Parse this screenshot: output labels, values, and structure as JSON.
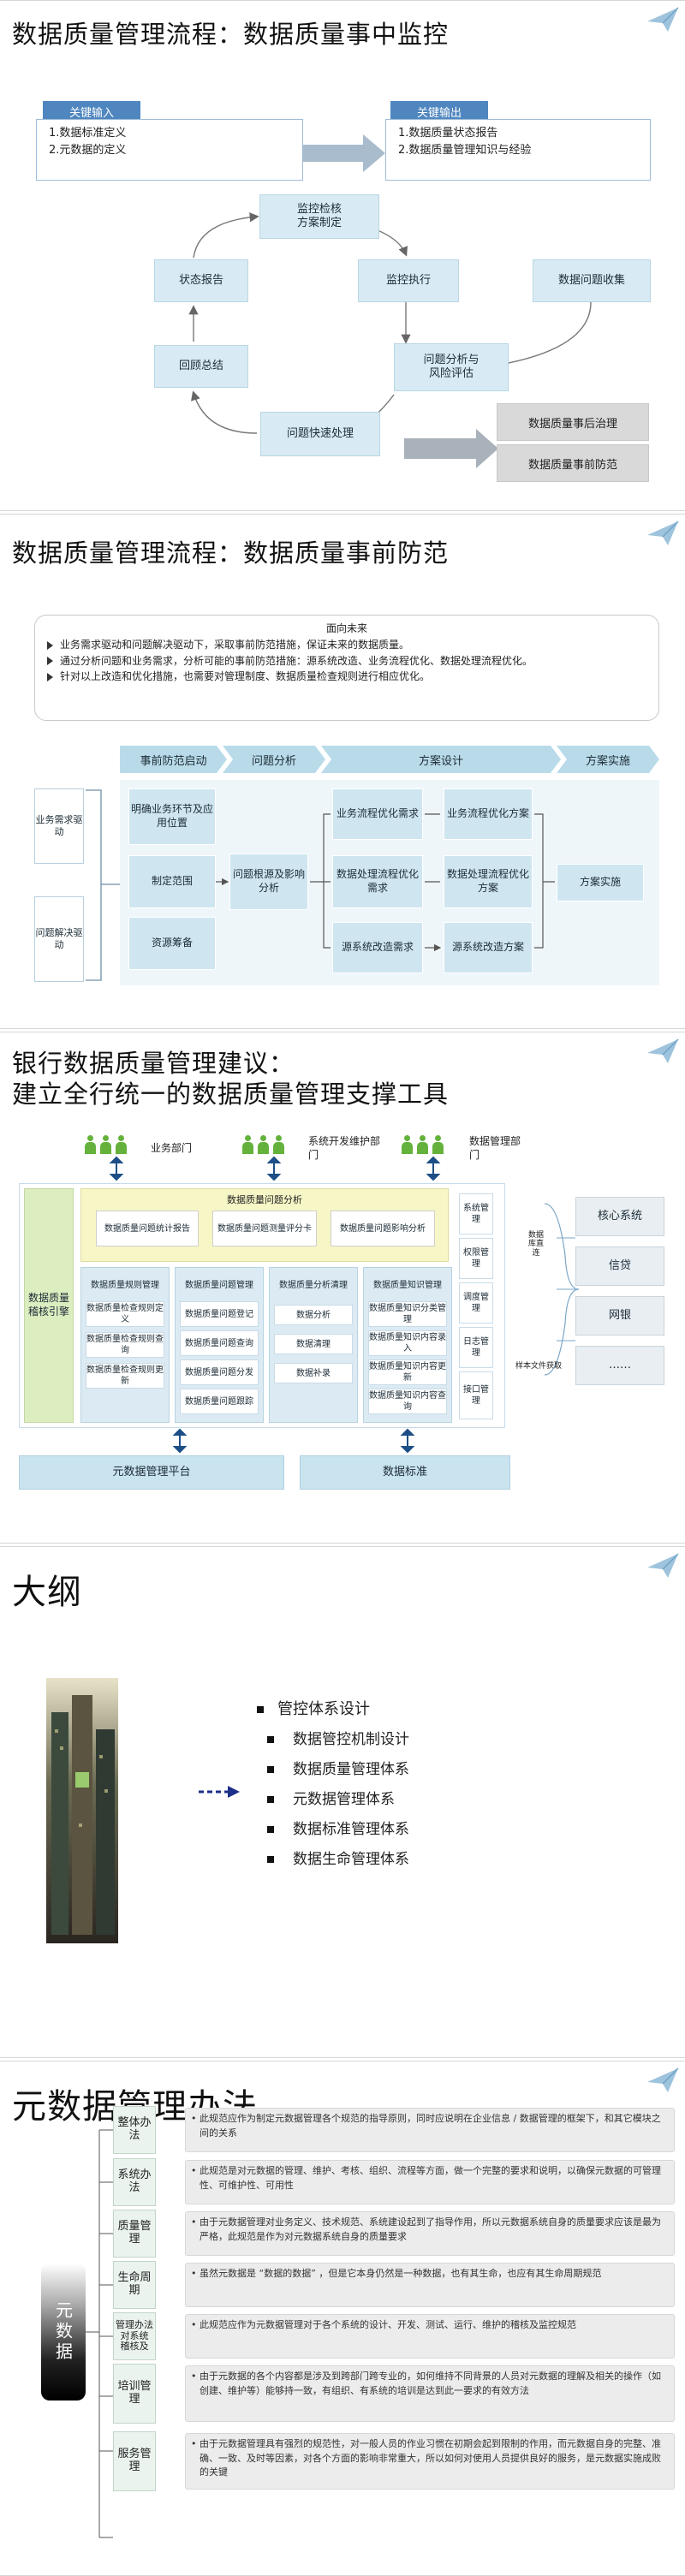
{
  "slide1": {
    "title": "数据质量管理流程：数据质量事中监控",
    "input_header": "关键输入",
    "input_items": [
      "1.数据标准定义",
      "2.元数据的定义"
    ],
    "output_header": "关键输出",
    "output_items": [
      "1.数据质量状态报告",
      "2.数据质量管理知识与经验"
    ],
    "nodes": {
      "plan": "监控检核\n方案制定",
      "status": "状态报告",
      "monitor": "监控执行",
      "collect": "数据问题收集",
      "review": "回顾总结",
      "analysis": "问题分析与\n风险评估",
      "quick": "问题快速处理"
    },
    "post": "数据质量事后治理",
    "pre": "数据质量事前防范"
  },
  "slide2": {
    "title": "数据质量管理流程：数据质量事前防范",
    "panel_title": "面向未来",
    "bullets": [
      "业务需求驱动和问题解决驱动下，采取事前防范措施，保证未来的数据质量。",
      "通过分析问题和业务需求，分析可能的事前防范措施：源系统改造、业务流程优化、数据处理流程优化。",
      "针对以上改造和优化措施，也需要对管理制度、数据质量检查规则进行相应优化。"
    ],
    "phases": [
      "事前防范启动",
      "问题分析",
      "方案设计",
      "方案实施"
    ],
    "drivers": [
      "业务需求驱动",
      "问题解决驱动"
    ],
    "start": [
      "明确业务环节及应用位置",
      "制定范围",
      "资源筹备"
    ],
    "analysis": "问题根源及影响分析",
    "design_a": [
      "业务流程优化需求",
      "数据处理流程优化需求",
      "源系统改造需求"
    ],
    "design_b": [
      "业务流程优化方案",
      "数据处理流程优化方案",
      "源系统改造方案"
    ],
    "implement": "方案实施"
  },
  "slide3": {
    "title_line1": "银行数据质量管理建议：",
    "title_line2": "建立全行统一的数据质量管理支撑工具",
    "groups": [
      "业务部门",
      "系统开发维护部门",
      "数据管理部门"
    ],
    "engine": "数据质量稽核引擎",
    "analysis_header": "数据质量问题分析",
    "analysis_items": [
      "数据质量问题统计报告",
      "数据质量问题测量评分卡",
      "数据质量问题影响分析"
    ],
    "columns": [
      {
        "head": "数据质量规则管理",
        "items": [
          "数据质量检查规则定义",
          "数据质量检查规则查询",
          "数据质量检查规则更新"
        ]
      },
      {
        "head": "数据质量问题管理",
        "items": [
          "数据质量问题登记",
          "数据质量问题查询",
          "数据质量问题分发",
          "数据质量问题跟踪"
        ]
      },
      {
        "head": "数据质量分析清理",
        "items": [
          "数据分析",
          "数据清理",
          "数据补录"
        ]
      },
      {
        "head": "数据质量知识管理",
        "items": [
          "数据质量知识分类管理",
          "数据质量知识内容录入",
          "数据质量知识内容更新",
          "数据质量知识内容查询"
        ]
      }
    ],
    "side_functions": [
      "系统管理",
      "权限管理",
      "调度管理",
      "日志管理",
      "接口管理"
    ],
    "db_direct": "数据库直连",
    "file_fetch": "样本文件获取",
    "systems": [
      "核心系统",
      "信贷",
      "网银",
      "……"
    ],
    "bottom": [
      "元数据管理平台",
      "数据标准"
    ]
  },
  "slide4": {
    "title": "大纲",
    "top_item": "管控体系设计",
    "sub_items": [
      "数据管控机制设计",
      "数据质量管理体系",
      "元数据管理体系",
      "数据标准管理体系",
      "数据生命管理体系"
    ],
    "active_index": 2
  },
  "slide5": {
    "title": "元数据管理办法",
    "side_label": "元数据",
    "rows": [
      {
        "label": "整体办法",
        "desc": "此规范应作为制定元数据管理各个规范的指导原则，同时应说明在企业信息 / 数据管理的框架下，和其它模块之间的关系"
      },
      {
        "label": "系统办法",
        "desc": "此规范是对元数据的管理、维护、考核、组织、流程等方面，做一个完整的要求和说明，以确保元数据的可管理性、可维护性、可用性"
      },
      {
        "label": "质量管理",
        "desc": "由于元数据管理对业务定义、技术规范、系统建设起到了指导作用，所以元数据系统自身的质量要求应该是最为严格，此规范是作为对元数据系统自身的质量要求"
      },
      {
        "label": "生命周期",
        "desc": "虽然元数据是 “数据的数据” ，但是它本身仍然是一种数据，也有其生命，也应有其生命周期规范"
      },
      {
        "label": "管理办法\n对系统\n稽核及",
        "desc": "此规范应作为元数据管理对于各个系统的设计、开发、测试、运行、维护的稽核及监控规范"
      },
      {
        "label": "培训管理",
        "desc": "由于元数据的各个内容都是涉及到跨部门跨专业的，如何维持不同背景的人员对元数据的理解及相关的操作（如创建、维护等）能够持一致，有组织、有系统的培训是达到此一要求的有效方法"
      },
      {
        "label": "服务管理",
        "desc": "由于元数据管理具有强烈的规范性，对一般人员的作业习惯在初期会起到限制的作用，而元数据自身的完整、准确、一致、及时等因素，对各个方面的影响非常重大，所以如何对使用人员提供良好的服务，是元数据实施成败的关键"
      }
    ]
  },
  "colors": {
    "blue_header": "#4f86bf",
    "light_blue": "#d8ebf4",
    "grey": "#d9d9d9",
    "chevron": "#b9dbe9",
    "yellow": "#f7f6c6",
    "people_green": "#64b23c"
  }
}
